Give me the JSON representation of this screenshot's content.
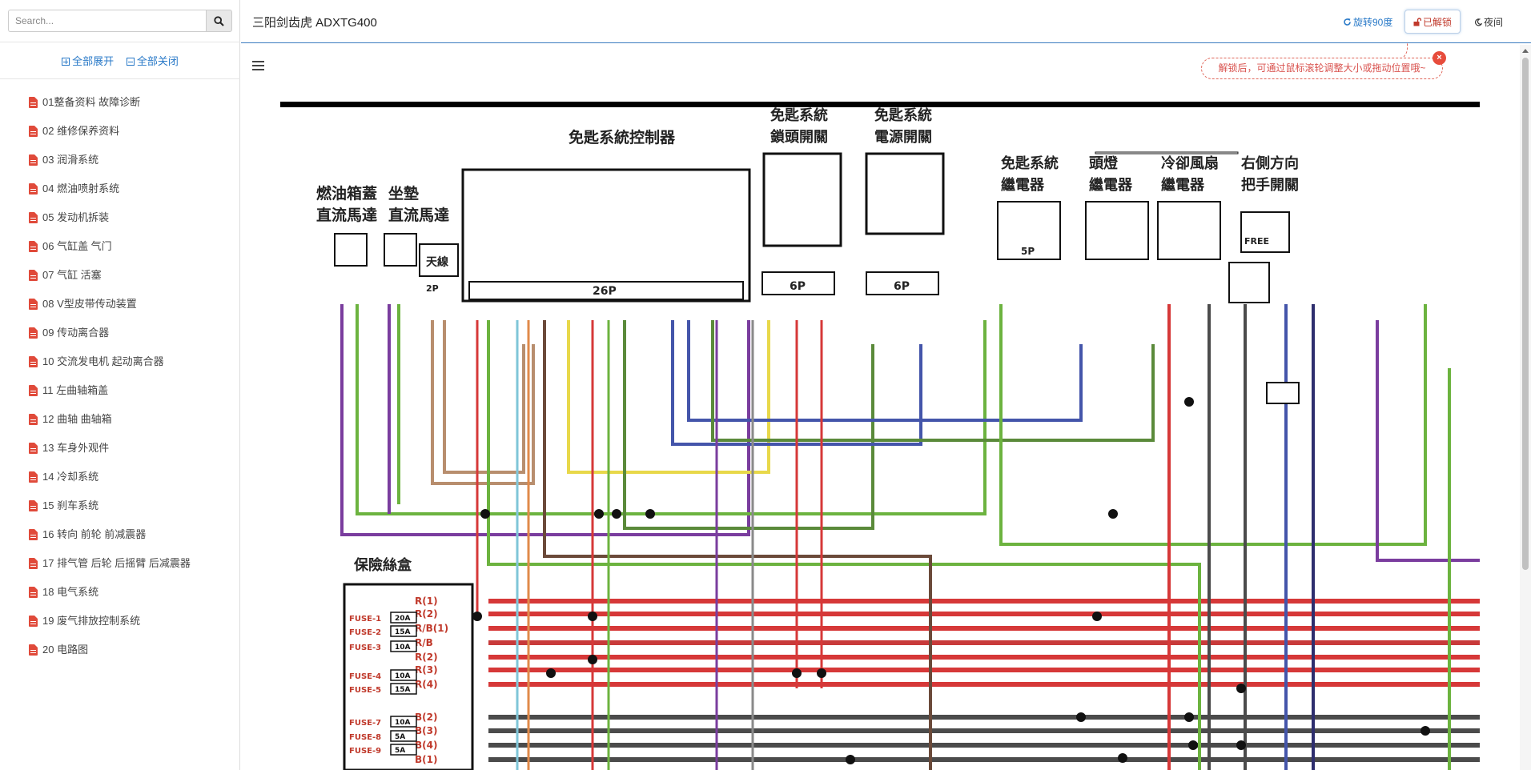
{
  "search": {
    "placeholder": "Search..."
  },
  "toolbar": {
    "expand_all": "全部展开",
    "collapse_all": "全部关闭"
  },
  "tree_items": [
    "01整备资料 故障诊断",
    "02 维修保养资料",
    "03 润滑系统",
    "04 燃油喷射系统",
    "05 发动机拆装",
    "06 气缸盖 气门",
    "07 气缸 活塞",
    "08 V型皮带传动装置",
    "09 传动离合器",
    "10 交流发电机 起动离合器",
    "11 左曲轴箱盖",
    "12 曲轴 曲轴箱",
    "13 车身外观件",
    "14 冷却系统",
    "15 刹车系统",
    "16 转向 前轮 前减震器",
    "17 排气管 后轮 后摇臂 后减震器",
    "18 电气系统",
    "19 废气排放控制系统",
    "20 电路图"
  ],
  "header": {
    "title": "三阳剑齿虎 ADXTG400",
    "rotate_label": "旋转90度",
    "lock_label": "已解锁",
    "night_label": "夜间"
  },
  "tip": {
    "text": "解锁后，可通过鼠标滚轮调整大小或拖动位置哦~"
  },
  "diagram": {
    "labels": {
      "controller": "免匙系統控制器",
      "fuel_lid": [
        "燃油箱蓋",
        "直流馬達"
      ],
      "seat": [
        "坐墊",
        "直流馬達"
      ],
      "antenna": "天線",
      "lock_switch": [
        "免匙系統",
        "鎖頭開關"
      ],
      "power_switch": [
        "免匙系統",
        "電源開關"
      ],
      "relay_keyless": [
        "免匙系統",
        "繼電器"
      ],
      "relay_head": [
        "頭燈",
        "繼電器"
      ],
      "relay_fan": [
        "冷卻風扇",
        "繼電器"
      ],
      "right_handle": [
        "右側方向",
        "把手開關"
      ],
      "fuse_box": "保險絲盒",
      "conn_26p": "26P",
      "conn_6p_a": "6P",
      "conn_6p_b": "6P",
      "conn_5p": "5P",
      "conn_2p": "2P",
      "free": "FREE",
      "wire_labels": [
        "R(1)",
        "R(2)",
        "R/B(1)",
        "R/B",
        "R(2)",
        "R(3)",
        "R(4)",
        "B(2)",
        "B(3)",
        "B(4)",
        "B(1)"
      ],
      "fuses": [
        {
          "name": "FUSE-1",
          "amp": "20A"
        },
        {
          "name": "FUSE-2",
          "amp": "15A"
        },
        {
          "name": "FUSE-3",
          "amp": "10A"
        },
        {
          "name": "FUSE-4",
          "amp": "10A"
        },
        {
          "name": "FUSE-5",
          "amp": "15A"
        },
        {
          "name": "FUSE-7",
          "amp": "10A"
        },
        {
          "name": "FUSE-8",
          "amp": "5A"
        },
        {
          "name": "FUSE-9",
          "amp": "5A"
        }
      ]
    }
  }
}
